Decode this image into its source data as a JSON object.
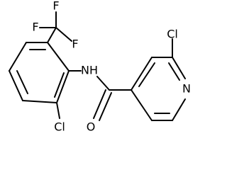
{
  "molecule": {
    "atoms": {
      "f_top": "F",
      "f_left": "F",
      "f_right": "F",
      "nh": "NH",
      "cl_ring": "Cl",
      "o": "O",
      "cl_pyridine": "Cl",
      "n_pyridine": "N"
    }
  }
}
